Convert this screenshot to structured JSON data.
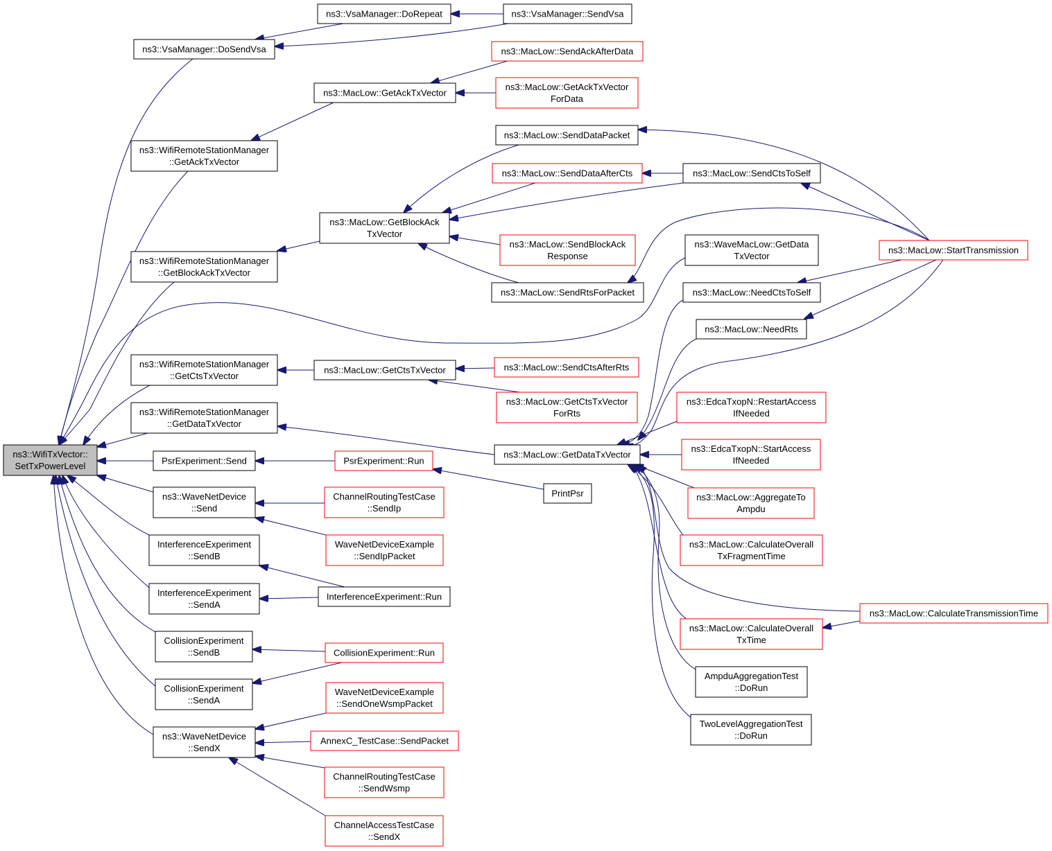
{
  "diagram": {
    "nodes": [
      {
        "id": "root",
        "lines": [
          "ns3::WifiTxVector::",
          "SetTxPowerLevel"
        ],
        "color": "root"
      },
      {
        "id": "vsa_dosend",
        "lines": [
          "ns3::VsaManager::DoSendVsa"
        ],
        "color": "black"
      },
      {
        "id": "vsa_dorepeat",
        "lines": [
          "ns3::VsaManager::DoRepeat"
        ],
        "color": "black"
      },
      {
        "id": "vsa_send",
        "lines": [
          "ns3::VsaManager::SendVsa"
        ],
        "color": "black"
      },
      {
        "id": "wrsm_ack",
        "lines": [
          "ns3::WifiRemoteStationManager",
          "::GetAckTxVector"
        ],
        "color": "black"
      },
      {
        "id": "ml_getack",
        "lines": [
          "ns3::MacLow::GetAckTxVector"
        ],
        "color": "black"
      },
      {
        "id": "ml_sendackafterdata",
        "lines": [
          "ns3::MacLow::SendAckAfterData"
        ],
        "color": "red"
      },
      {
        "id": "ml_getackfordata",
        "lines": [
          "ns3::MacLow::GetAckTxVector",
          "ForData"
        ],
        "color": "red"
      },
      {
        "id": "wrsm_blockack",
        "lines": [
          "ns3::WifiRemoteStationManager",
          "::GetBlockAckTxVector"
        ],
        "color": "black"
      },
      {
        "id": "ml_getblockack",
        "lines": [
          "ns3::MacLow::GetBlockAck",
          "TxVector"
        ],
        "color": "black"
      },
      {
        "id": "ml_senddatapacket",
        "lines": [
          "ns3::MacLow::SendDataPacket"
        ],
        "color": "black"
      },
      {
        "id": "ml_senddataaftercts",
        "lines": [
          "ns3::MacLow::SendDataAfterCts"
        ],
        "color": "red"
      },
      {
        "id": "ml_sendctstoself",
        "lines": [
          "ns3::MacLow::SendCtsToSelf"
        ],
        "color": "black"
      },
      {
        "id": "ml_sendblockackresp",
        "lines": [
          "ns3::MacLow::SendBlockAck",
          "Response"
        ],
        "color": "red"
      },
      {
        "id": "ml_sendrtsforpacket",
        "lines": [
          "ns3::MacLow::SendRtsForPacket"
        ],
        "color": "black"
      },
      {
        "id": "ml_starttransmission",
        "lines": [
          "ns3::MacLow::StartTransmission"
        ],
        "color": "red"
      },
      {
        "id": "wml_getdata",
        "lines": [
          "ns3::WaveMacLow::GetData",
          "TxVector"
        ],
        "color": "black"
      },
      {
        "id": "ml_needctstoself",
        "lines": [
          "ns3::MacLow::NeedCtsToSelf"
        ],
        "color": "black"
      },
      {
        "id": "ml_needrts",
        "lines": [
          "ns3::MacLow::NeedRts"
        ],
        "color": "black"
      },
      {
        "id": "wrsm_cts",
        "lines": [
          "ns3::WifiRemoteStationManager",
          "::GetCtsTxVector"
        ],
        "color": "black"
      },
      {
        "id": "ml_getcts",
        "lines": [
          "ns3::MacLow::GetCtsTxVector"
        ],
        "color": "black"
      },
      {
        "id": "ml_sendctsafterrts",
        "lines": [
          "ns3::MacLow::SendCtsAfterRts"
        ],
        "color": "red"
      },
      {
        "id": "ml_getctsforrts",
        "lines": [
          "ns3::MacLow::GetCtsTxVector",
          "ForRts"
        ],
        "color": "red"
      },
      {
        "id": "wrsm_data",
        "lines": [
          "ns3::WifiRemoteStationManager",
          "::GetDataTxVector"
        ],
        "color": "black"
      },
      {
        "id": "ml_getdata",
        "lines": [
          "ns3::MacLow::GetDataTxVector"
        ],
        "color": "black"
      },
      {
        "id": "edca_restart",
        "lines": [
          "ns3::EdcaTxopN::RestartAccess",
          "IfNeeded"
        ],
        "color": "red"
      },
      {
        "id": "edca_start",
        "lines": [
          "ns3::EdcaTxopN::StartAccess",
          "IfNeeded"
        ],
        "color": "red"
      },
      {
        "id": "ml_aggregate",
        "lines": [
          "ns3::MacLow::AggregateTo",
          "Ampdu"
        ],
        "color": "red"
      },
      {
        "id": "ml_calcfrag",
        "lines": [
          "ns3::MacLow::CalculateOverall",
          "TxFragmentTime"
        ],
        "color": "red"
      },
      {
        "id": "ml_calctxtime",
        "lines": [
          "ns3::MacLow::CalculateOverall",
          "TxTime"
        ],
        "color": "red"
      },
      {
        "id": "ml_calctranstime",
        "lines": [
          "ns3::MacLow::CalculateTransmissionTime"
        ],
        "color": "red"
      },
      {
        "id": "ampdu_test",
        "lines": [
          "AmpduAggregationTest",
          "::DoRun"
        ],
        "color": "black"
      },
      {
        "id": "twolevel_test",
        "lines": [
          "TwoLevelAggregationTest",
          "::DoRun"
        ],
        "color": "black"
      },
      {
        "id": "psr_send",
        "lines": [
          "PsrExperiment::Send"
        ],
        "color": "black"
      },
      {
        "id": "psr_run",
        "lines": [
          "PsrExperiment::Run"
        ],
        "color": "red"
      },
      {
        "id": "printpsr",
        "lines": [
          "PrintPsr"
        ],
        "color": "black"
      },
      {
        "id": "wnd_send",
        "lines": [
          "ns3::WaveNetDevice",
          "::Send"
        ],
        "color": "black"
      },
      {
        "id": "crtc_sendip",
        "lines": [
          "ChannelRoutingTestCase",
          "::SendIp"
        ],
        "color": "red"
      },
      {
        "id": "wnde_sendippacket",
        "lines": [
          "WaveNetDeviceExample",
          "::SendIpPacket"
        ],
        "color": "red"
      },
      {
        "id": "ie_sendb",
        "lines": [
          "InterferenceExperiment",
          "::SendB"
        ],
        "color": "black"
      },
      {
        "id": "ie_senda",
        "lines": [
          "InterferenceExperiment",
          "::SendA"
        ],
        "color": "black"
      },
      {
        "id": "ie_run",
        "lines": [
          "InterferenceExperiment::Run"
        ],
        "color": "black"
      },
      {
        "id": "ce_sendb",
        "lines": [
          "CollisionExperiment",
          "::SendB"
        ],
        "color": "black"
      },
      {
        "id": "ce_senda",
        "lines": [
          "CollisionExperiment",
          "::SendA"
        ],
        "color": "black"
      },
      {
        "id": "ce_run",
        "lines": [
          "CollisionExperiment::Run"
        ],
        "color": "red"
      },
      {
        "id": "wnd_sendx",
        "lines": [
          "ns3::WaveNetDevice",
          "::SendX"
        ],
        "color": "black"
      },
      {
        "id": "wnde_sendonewsmp",
        "lines": [
          "WaveNetDeviceExample",
          "::SendOneWsmpPacket"
        ],
        "color": "red"
      },
      {
        "id": "annexc_sendpacket",
        "lines": [
          "AnnexC_TestCase::SendPacket"
        ],
        "color": "red"
      },
      {
        "id": "crtc_sendwsmp",
        "lines": [
          "ChannelRoutingTestCase",
          "::SendWsmp"
        ],
        "color": "red"
      },
      {
        "id": "catc_sendx",
        "lines": [
          "ChannelAccessTestCase",
          "::SendX"
        ],
        "color": "red"
      }
    ],
    "edges": [
      {
        "from": "vsa_dosend",
        "to": "root"
      },
      {
        "from": "vsa_dorepeat",
        "to": "vsa_dosend"
      },
      {
        "from": "vsa_send",
        "to": "vsa_dorepeat"
      },
      {
        "from": "vsa_send",
        "to": "vsa_dosend"
      },
      {
        "from": "wrsm_ack",
        "to": "root"
      },
      {
        "from": "ml_getack",
        "to": "wrsm_ack"
      },
      {
        "from": "ml_sendackafterdata",
        "to": "ml_getack"
      },
      {
        "from": "ml_getackfordata",
        "to": "ml_getack"
      },
      {
        "from": "wrsm_blockack",
        "to": "root"
      },
      {
        "from": "ml_getblockack",
        "to": "wrsm_blockack"
      },
      {
        "from": "ml_senddatapacket",
        "to": "ml_getblockack"
      },
      {
        "from": "ml_senddataaftercts",
        "to": "ml_getblockack"
      },
      {
        "from": "ml_sendctstoself",
        "to": "ml_getblockack"
      },
      {
        "from": "ml_sendctstoself",
        "to": "ml_senddataaftercts"
      },
      {
        "from": "ml_sendblockackresp",
        "to": "ml_getblockack"
      },
      {
        "from": "ml_sendrtsforpacket",
        "to": "ml_getblockack"
      },
      {
        "from": "ml_starttransmission",
        "to": "ml_senddatapacket"
      },
      {
        "from": "ml_starttransmission",
        "to": "ml_sendctstoself"
      },
      {
        "from": "ml_starttransmission",
        "to": "ml_sendrtsforpacket"
      },
      {
        "from": "ml_starttransmission",
        "to": "ml_needctstoself"
      },
      {
        "from": "ml_starttransmission",
        "to": "ml_needrts"
      },
      {
        "from": "ml_starttransmission",
        "to": "ml_getdata"
      },
      {
        "from": "wml_getdata",
        "to": "root"
      },
      {
        "from": "ml_needctstoself",
        "to": "ml_getdata"
      },
      {
        "from": "ml_needrts",
        "to": "ml_getdata"
      },
      {
        "from": "wrsm_cts",
        "to": "root"
      },
      {
        "from": "ml_getcts",
        "to": "wrsm_cts"
      },
      {
        "from": "ml_sendctsafterrts",
        "to": "ml_getcts"
      },
      {
        "from": "ml_getctsforrts",
        "to": "ml_getcts"
      },
      {
        "from": "wrsm_data",
        "to": "root"
      },
      {
        "from": "ml_getdata",
        "to": "wrsm_data"
      },
      {
        "from": "edca_restart",
        "to": "ml_getdata"
      },
      {
        "from": "edca_start",
        "to": "ml_getdata"
      },
      {
        "from": "ml_aggregate",
        "to": "ml_getdata"
      },
      {
        "from": "ml_calcfrag",
        "to": "ml_getdata"
      },
      {
        "from": "ml_calctxtime",
        "to": "ml_getdata"
      },
      {
        "from": "ml_calctranstime",
        "to": "ml_getdata"
      },
      {
        "from": "ml_calctranstime",
        "to": "ml_calctxtime"
      },
      {
        "from": "ampdu_test",
        "to": "ml_getdata"
      },
      {
        "from": "twolevel_test",
        "to": "ml_getdata"
      },
      {
        "from": "psr_send",
        "to": "root"
      },
      {
        "from": "psr_run",
        "to": "psr_send"
      },
      {
        "from": "printpsr",
        "to": "psr_run"
      },
      {
        "from": "wnd_send",
        "to": "root"
      },
      {
        "from": "crtc_sendip",
        "to": "wnd_send"
      },
      {
        "from": "wnde_sendippacket",
        "to": "wnd_send"
      },
      {
        "from": "ie_sendb",
        "to": "root"
      },
      {
        "from": "ie_senda",
        "to": "root"
      },
      {
        "from": "ie_run",
        "to": "ie_sendb"
      },
      {
        "from": "ie_run",
        "to": "ie_senda"
      },
      {
        "from": "ce_sendb",
        "to": "root"
      },
      {
        "from": "ce_senda",
        "to": "root"
      },
      {
        "from": "ce_run",
        "to": "ce_sendb"
      },
      {
        "from": "ce_run",
        "to": "ce_senda"
      },
      {
        "from": "wnd_sendx",
        "to": "root"
      },
      {
        "from": "wnde_sendonewsmp",
        "to": "wnd_sendx"
      },
      {
        "from": "annexc_sendpacket",
        "to": "wnd_sendx"
      },
      {
        "from": "crtc_sendwsmp",
        "to": "wnd_sendx"
      },
      {
        "from": "catc_sendx",
        "to": "wnd_sendx"
      }
    ]
  }
}
